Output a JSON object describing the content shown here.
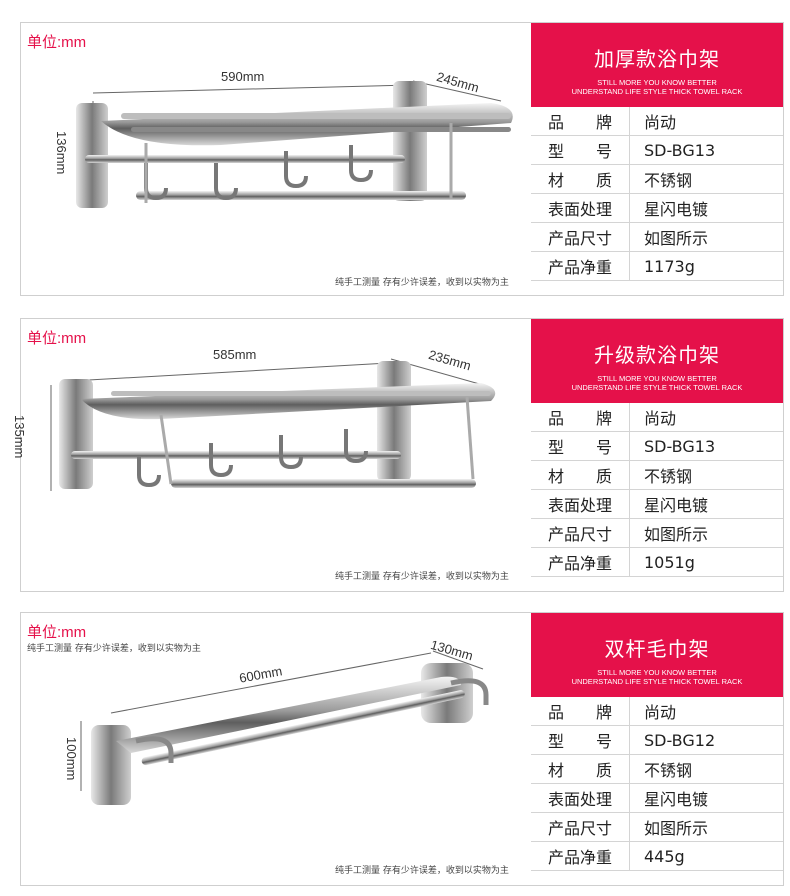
{
  "colors": {
    "accent": "#e5114a",
    "border": "#cfcfcf"
  },
  "panels": [
    {
      "unit": "单位:mm",
      "dims": {
        "width": "590mm",
        "depth": "245mm",
        "height": "136mm"
      },
      "note": "纯手工测量 存有少许误差，收到以实物为主",
      "title": "加厚款浴巾架",
      "subtitle_1": "STILL MORE YOU KNOW BETTER",
      "subtitle_2": "UNDERSTAND LIFE STYLE THICK TOWEL RACK",
      "specs": [
        {
          "label": "品　　牌",
          "value": "尚动"
        },
        {
          "label": "型　　号",
          "value": "SD-BG13"
        },
        {
          "label": "材　　质",
          "value": "不锈钢"
        },
        {
          "label": "表面处理",
          "value": "星闪电镀"
        },
        {
          "label": "产品尺寸",
          "value": "如图所示"
        },
        {
          "label": "产品净重",
          "value": "1173g"
        }
      ]
    },
    {
      "unit": "单位:mm",
      "dims": {
        "width": "585mm",
        "depth": "235mm",
        "height": "135mm"
      },
      "note": "纯手工测量 存有少许误差，收到以实物为主",
      "title": "升级款浴巾架",
      "subtitle_1": "STILL MORE YOU KNOW BETTER",
      "subtitle_2": "UNDERSTAND LIFE STYLE THICK TOWEL RACK",
      "specs": [
        {
          "label": "品　　牌",
          "value": "尚动"
        },
        {
          "label": "型　　号",
          "value": "SD-BG13"
        },
        {
          "label": "材　　质",
          "value": "不锈钢"
        },
        {
          "label": "表面处理",
          "value": "星闪电镀"
        },
        {
          "label": "产品尺寸",
          "value": "如图所示"
        },
        {
          "label": "产品净重",
          "value": "1051g"
        }
      ]
    },
    {
      "unit": "单位:mm",
      "dims": {
        "width": "600mm",
        "depth": "130mm",
        "height": "100mm"
      },
      "note": "纯手工测量 存有少许误差，收到以实物为主",
      "note_bottom": "纯手工测量 存有少许误差，收到以实物为主",
      "title": "双杆毛巾架",
      "subtitle_1": "STILL MORE YOU KNOW BETTER",
      "subtitle_2": "UNDERSTAND LIFE STYLE THICK TOWEL RACK",
      "specs": [
        {
          "label": "品　　牌",
          "value": "尚动"
        },
        {
          "label": "型　　号",
          "value": "SD-BG12"
        },
        {
          "label": "材　　质",
          "value": "不锈钢"
        },
        {
          "label": "表面处理",
          "value": "星闪电镀"
        },
        {
          "label": "产品尺寸",
          "value": "如图所示"
        },
        {
          "label": "产品净重",
          "value": "445g"
        }
      ]
    }
  ]
}
